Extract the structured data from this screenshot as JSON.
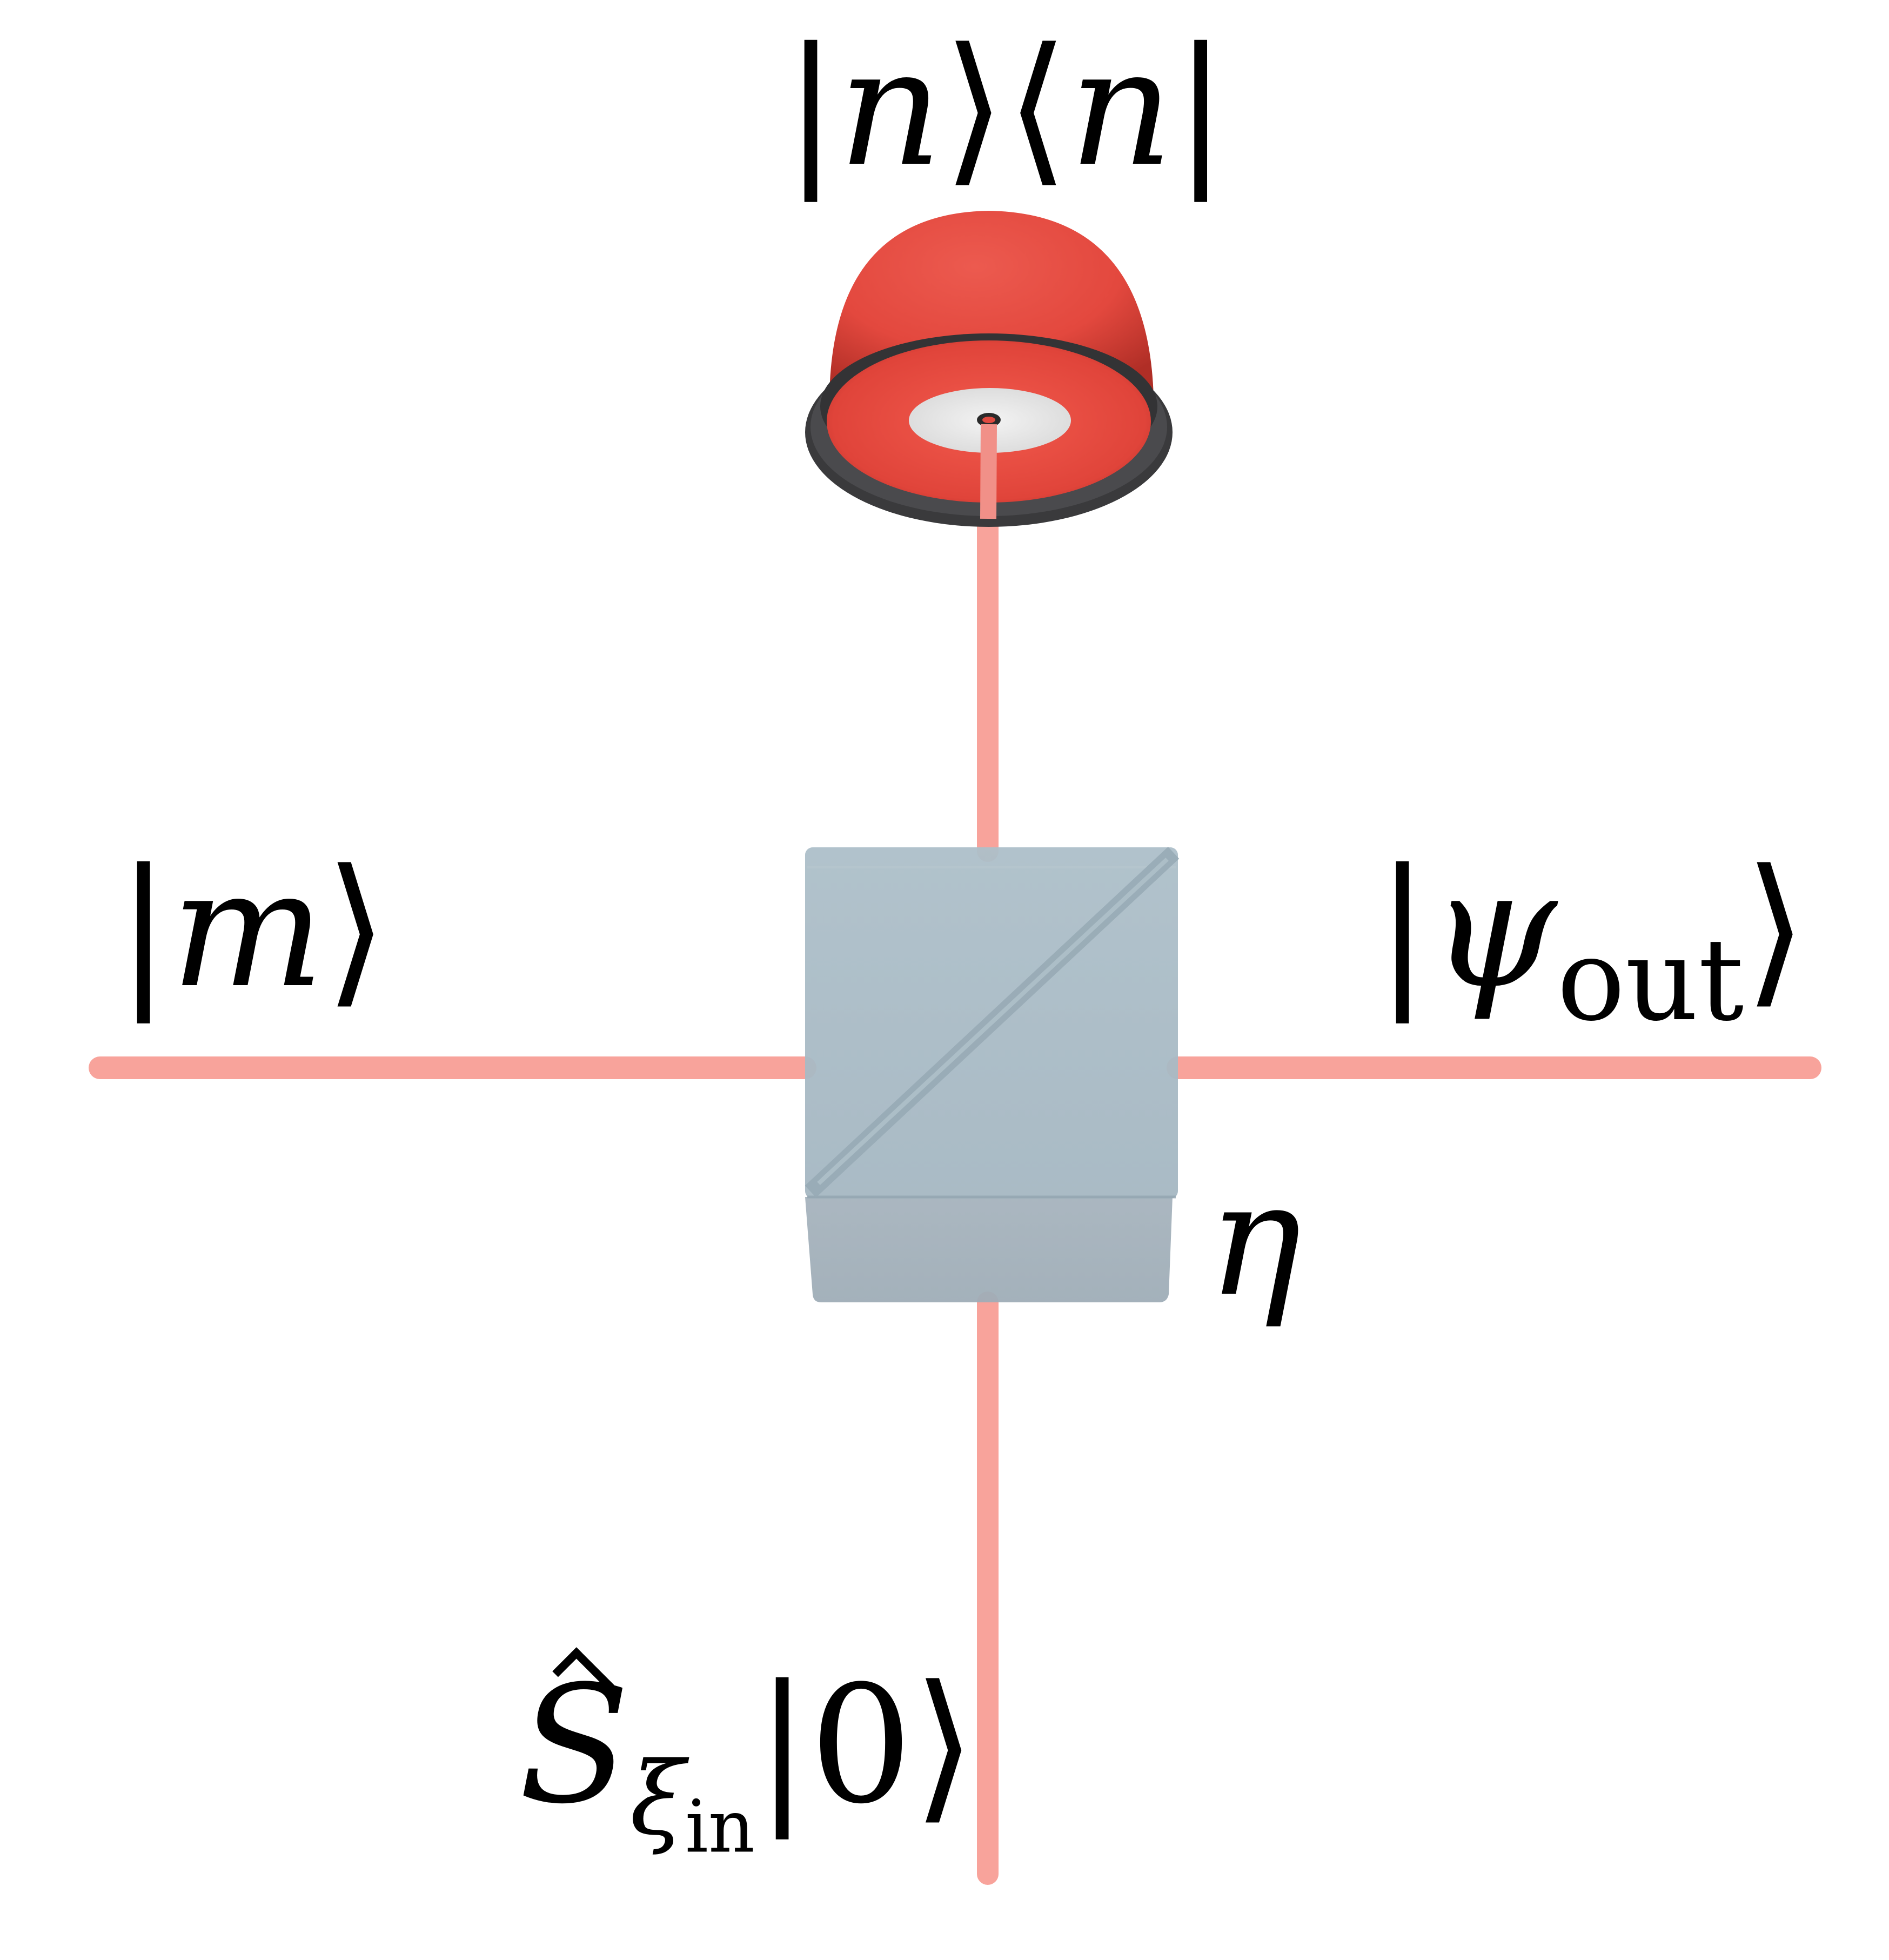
{
  "labels": {
    "detector_projector": {
      "bar_left": "|",
      "ket_n": "n",
      "ket_close": "⟩",
      "bra_open": "⟨",
      "bra_n": "n",
      "bar_right": "|"
    },
    "input_fock": {
      "bar": "|",
      "m": "m",
      "close": "⟩"
    },
    "output_state": {
      "bar": "|",
      "psi": "ψ",
      "sub": "out",
      "close": "⟩"
    },
    "transmissivity": {
      "eta": "η"
    },
    "squeezed_input": {
      "S": "S",
      "xi": "ξ",
      "sub": "in",
      "bar": "|",
      "zero": "0",
      "close": "⟩"
    }
  },
  "colors": {
    "beam": "#f8a39b",
    "beam_inside": "#ec6a63",
    "detector_red": "#e3483e",
    "detector_ring": "#3a3a3c",
    "cube": "#a9bcc6",
    "text": "#000000"
  }
}
